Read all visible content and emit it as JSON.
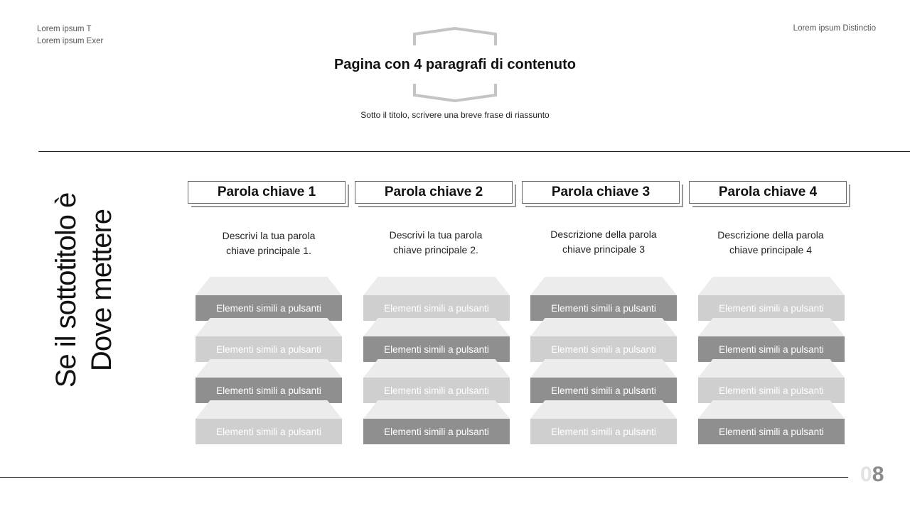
{
  "header": {
    "top_left_line1": "Lorem ipsum T",
    "top_left_line2": "Lorem ipsum Exer",
    "top_right": "Lorem ipsum Distinctio",
    "title": "Pagina con 4 paragrafi di contenuto",
    "summary": "Sotto il titolo, scrivere una breve frase di riassunto"
  },
  "side_title": {
    "line1": "Se il sottotitolo è",
    "line2": "Dove mettere"
  },
  "columns": [
    {
      "keyword": "Parola chiave 1",
      "desc_line1": "Descrivi la tua parola",
      "desc_line2": "chiave principale 1.",
      "buttons": [
        "Elementi simili a pulsanti",
        "Elementi simili a pulsanti",
        "Elementi simili a pulsanti",
        "Elementi simili a pulsanti"
      ]
    },
    {
      "keyword": "Parola chiave 2",
      "desc_line1": "Descrivi la tua parola",
      "desc_line2": "chiave principale 2.",
      "buttons": [
        "Elementi simili a pulsanti",
        "Elementi simili a pulsanti",
        "Elementi simili a pulsanti",
        "Elementi simili a pulsanti"
      ]
    },
    {
      "keyword": "Parola chiave 3",
      "desc_line1": "Descrizione della parola",
      "desc_line2": "chiave principale 3",
      "buttons": [
        "Elementi simili a pulsanti",
        "Elementi simili a pulsanti",
        "Elementi simili a pulsanti",
        "Elementi simili a pulsanti"
      ]
    },
    {
      "keyword": "Parola chiave 4",
      "desc_line1": "Descrizione della parola",
      "desc_line2": "chiave principale 4",
      "buttons": [
        "Elementi simili a pulsanti",
        "Elementi simili a pulsanti",
        "Elementi simili a pulsanti",
        "Elementi simili a pulsanti"
      ]
    }
  ],
  "page_number": {
    "digit1": "0",
    "digit2": "8"
  },
  "colors": {
    "button_dark": "#8f8f8f",
    "button_light": "#cfcfcf",
    "rule": "#222222"
  }
}
